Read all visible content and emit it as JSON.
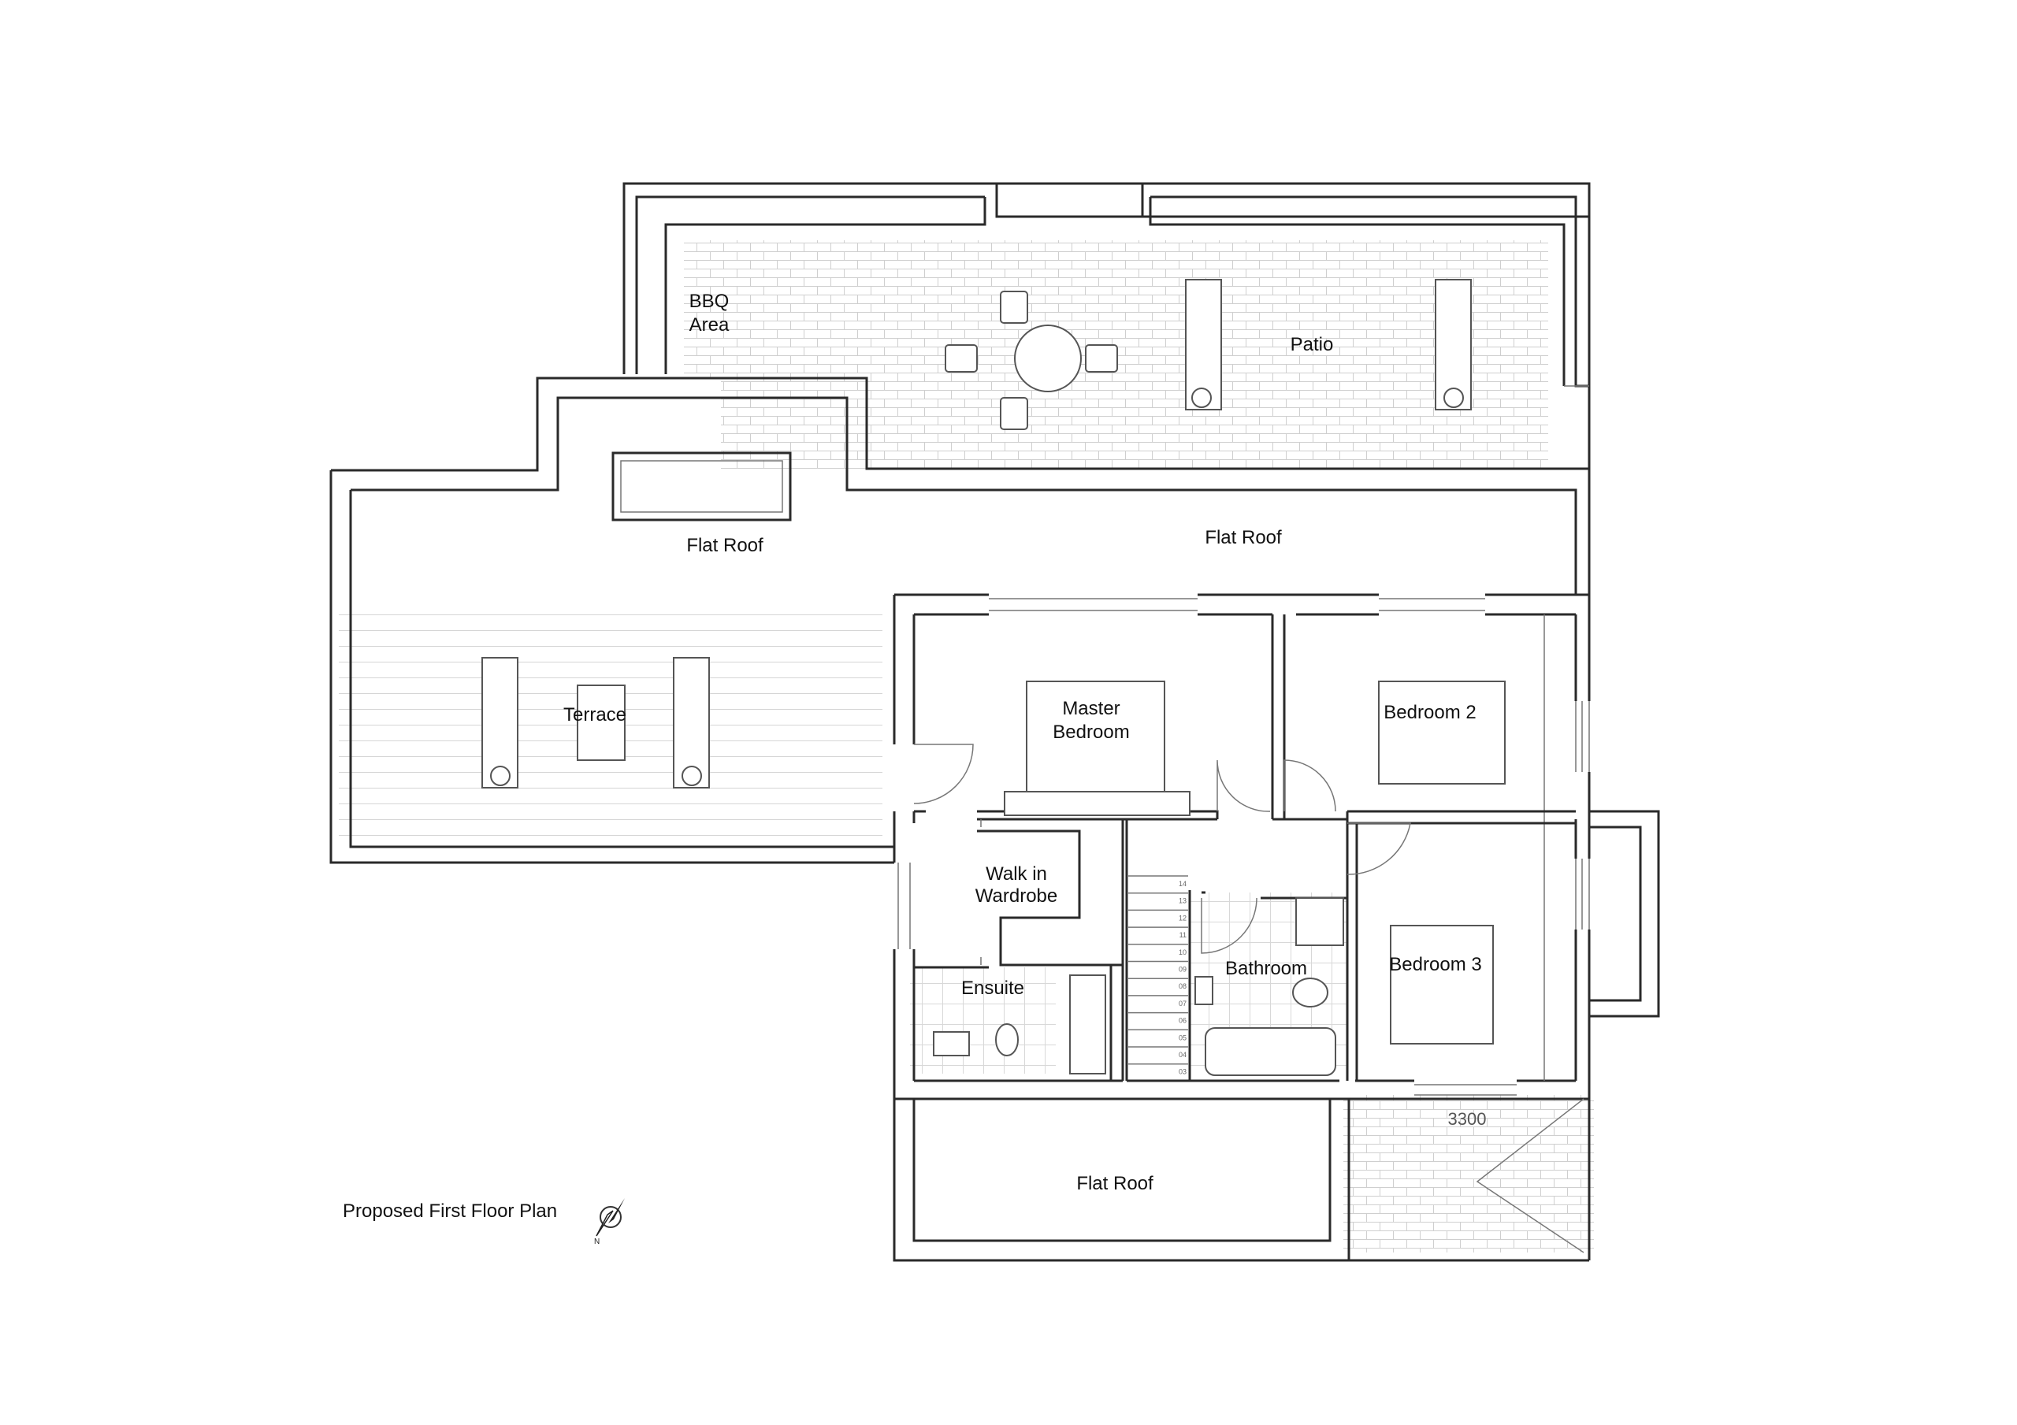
{
  "caption": "Proposed First Floor Plan",
  "rooms": {
    "bbq_line1": "BBQ",
    "bbq_line2": "Area",
    "patio": "Patio",
    "flat_roof_left": "Flat Roof",
    "flat_roof_right": "Flat Roof",
    "flat_roof_bottom": "Flat Roof",
    "terrace": "Terrace",
    "master_line1": "Master",
    "master_line2": "Bedroom",
    "bedroom2": "Bedroom 2",
    "bedroom3": "Bedroom 3",
    "wardrobe_line1": "Walk in",
    "wardrobe_line2": "Wardrobe",
    "ensuite": "Ensuite",
    "bathroom": "Bathroom"
  },
  "dimension": "3300",
  "stair_numbers": [
    "14",
    "13",
    "12",
    "11",
    "10",
    "09",
    "08",
    "07",
    "06",
    "05",
    "04",
    "03"
  ],
  "icons": [
    "north-arrow-icon"
  ]
}
